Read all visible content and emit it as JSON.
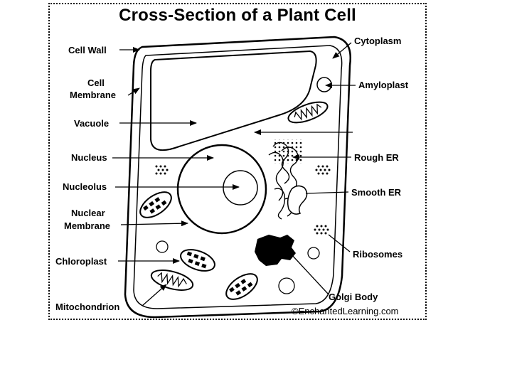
{
  "title": "Cross-Section of a Plant Cell",
  "labels": {
    "cell_wall": "Cell Wall",
    "cell_membrane_1": "Cell",
    "cell_membrane_2": "Membrane",
    "vacuole": "Vacuole",
    "nucleus": "Nucleus",
    "nucleolus": "Nucleolus",
    "nuclear_membrane_1": "Nuclear",
    "nuclear_membrane_2": "Membrane",
    "chloroplast": "Chloroplast",
    "mitochondrion": "Mitochondrion",
    "cytoplasm": "Cytoplasm",
    "amyloplast": "Amyloplast",
    "rough_er": "Rough ER",
    "smooth_er": "Smooth ER",
    "ribosomes": "Ribosomes",
    "golgi_body": "Golgi Body"
  },
  "credit": "©EnchantedLearning.com"
}
